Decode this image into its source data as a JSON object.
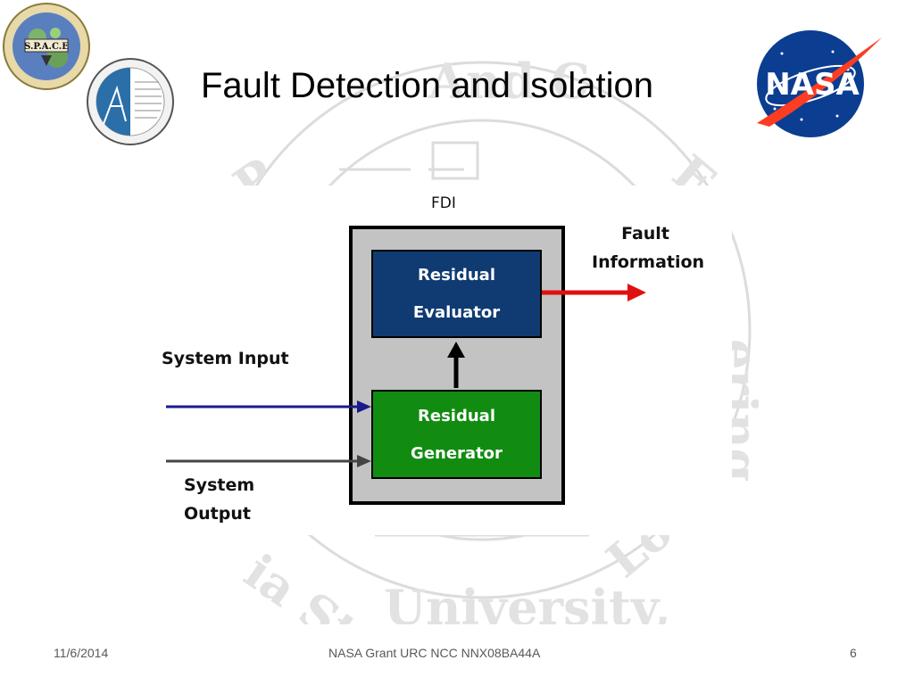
{
  "slide": {
    "title": "Fault Detection and Isolation",
    "footer_date": "11/6/2014",
    "footer_grant": "NASA Grant URC NCC NNX08BA44A",
    "page_number": "6"
  },
  "logos": {
    "space_text": "S.P.A.C.E",
    "nasa_text": "NASA"
  },
  "diagram": {
    "fdi_label": "FDI",
    "evaluator_line1": "Residual",
    "evaluator_line2": "Evaluator",
    "generator_line1": "Residual",
    "generator_line2": "Generator",
    "system_input": "System Input",
    "system_output_line1": "System",
    "system_output_line2": "Output",
    "fault_line1": "Fault",
    "fault_line2": "Information"
  },
  "colors": {
    "evaluator": "#0f3b72",
    "generator": "#118c11",
    "input_arrow": "#1a1a8c",
    "output_arrow": "#444444",
    "fault_arrow": "#e01010",
    "watermark": "#d8d8d8"
  },
  "icons": [
    "space-lab-logo",
    "department-seal-logo",
    "nasa-meatball-logo",
    "university-seal-watermark"
  ]
}
